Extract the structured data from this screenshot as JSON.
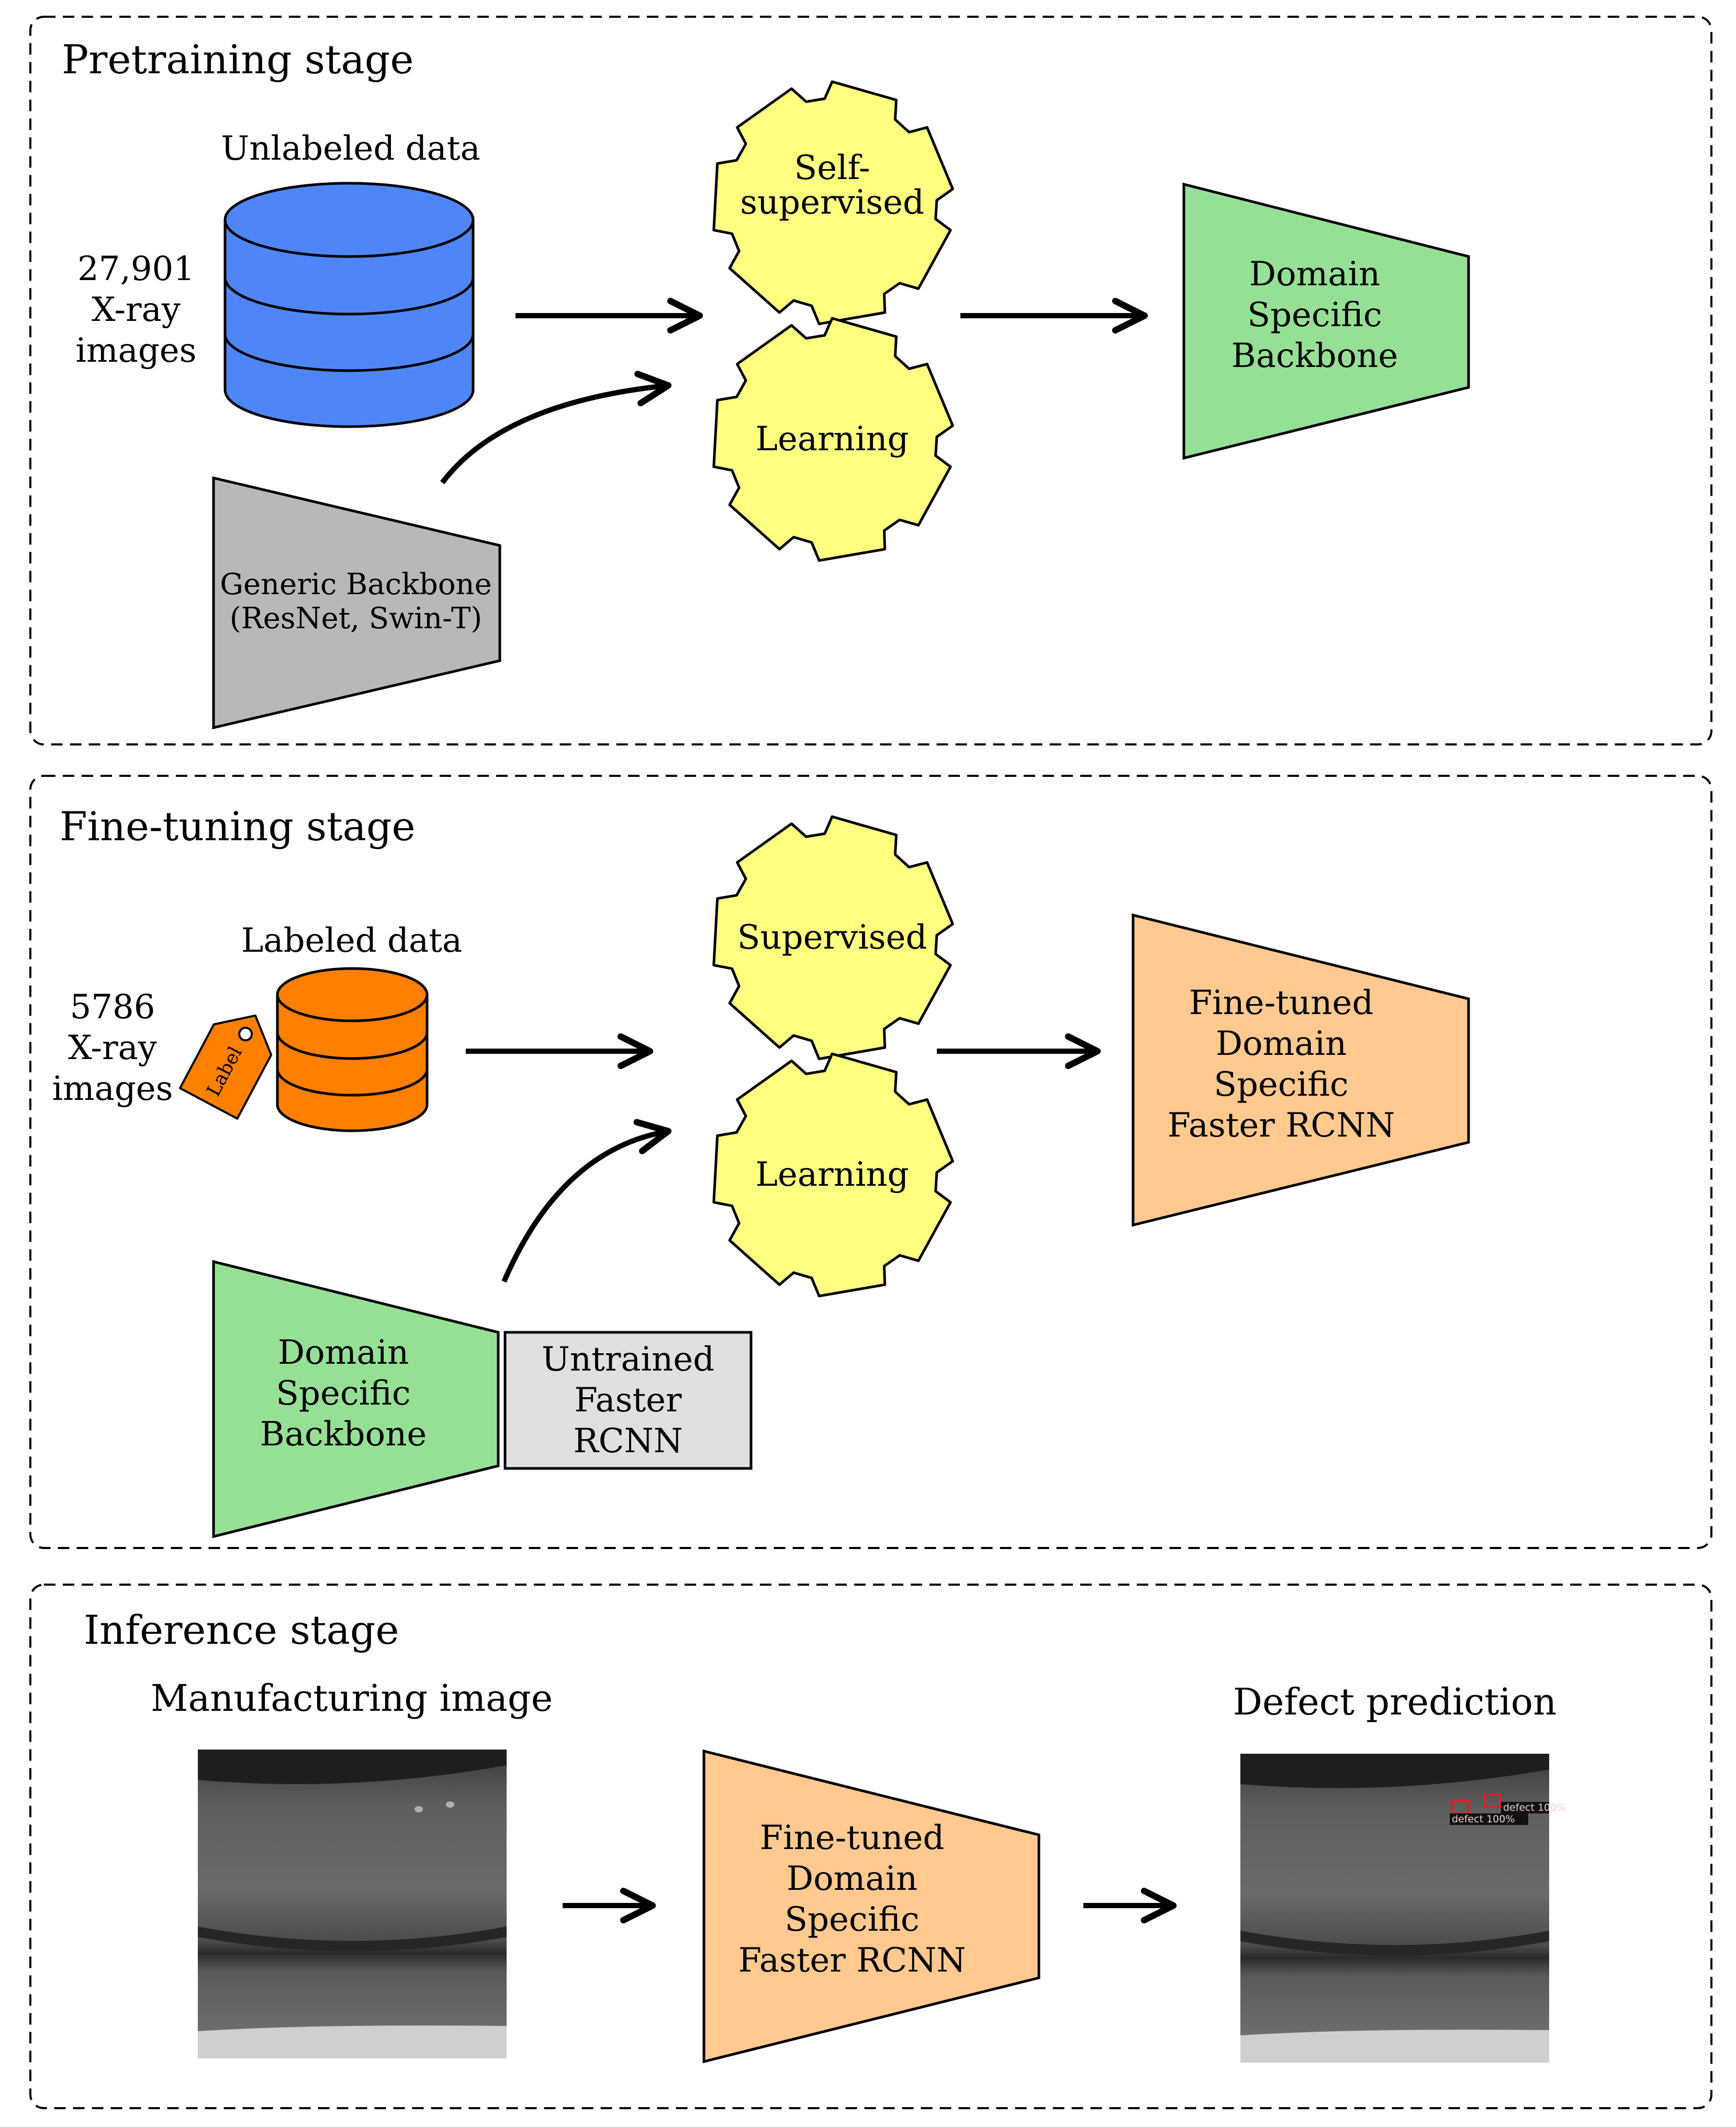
{
  "colors": {
    "database_unlabeled": "#4f86f7",
    "database_labeled": "#ff8000",
    "gear": "#ffff80",
    "domain_backbone": "#96e096",
    "generic_backbone": "#b8b8b8",
    "finetuned": "#ffc98f",
    "untrained_box": "#e0e0e0",
    "label_tag": "#ff8000",
    "defect_box": "#e02020"
  },
  "pretraining": {
    "title": "Pretraining stage",
    "data_label": "Unlabeled data",
    "count_lines": [
      "27,901",
      "X-ray",
      "images"
    ],
    "gear_top_lines": [
      "Self-",
      "supervised"
    ],
    "gear_bottom_label": "Learning",
    "generic_backbone_lines": [
      "Generic Backbone",
      "(ResNet, Swin-T)"
    ],
    "output_lines": [
      "Domain",
      "Specific",
      "Backbone"
    ]
  },
  "finetuning": {
    "title": "Fine-tuning stage",
    "data_label": "Labeled data",
    "tag_label": "Label",
    "count_lines": [
      "5786",
      "X-ray",
      "images"
    ],
    "gear_top_label": "Supervised",
    "gear_bottom_label": "Learning",
    "input_backbone_lines": [
      "Domain",
      "Specific",
      "Backbone"
    ],
    "untrained_lines": [
      "Untrained",
      "Faster",
      "RCNN"
    ],
    "output_lines": [
      "Fine-tuned",
      "Domain",
      "Specific",
      "Faster RCNN"
    ]
  },
  "inference": {
    "title": "Inference stage",
    "input_label": "Manufacturing image",
    "model_lines": [
      "Fine-tuned",
      "Domain",
      "Specific",
      "Faster RCNN"
    ],
    "output_label": "Defect prediction",
    "detections": [
      "defect 100%",
      "defect 100%"
    ]
  }
}
